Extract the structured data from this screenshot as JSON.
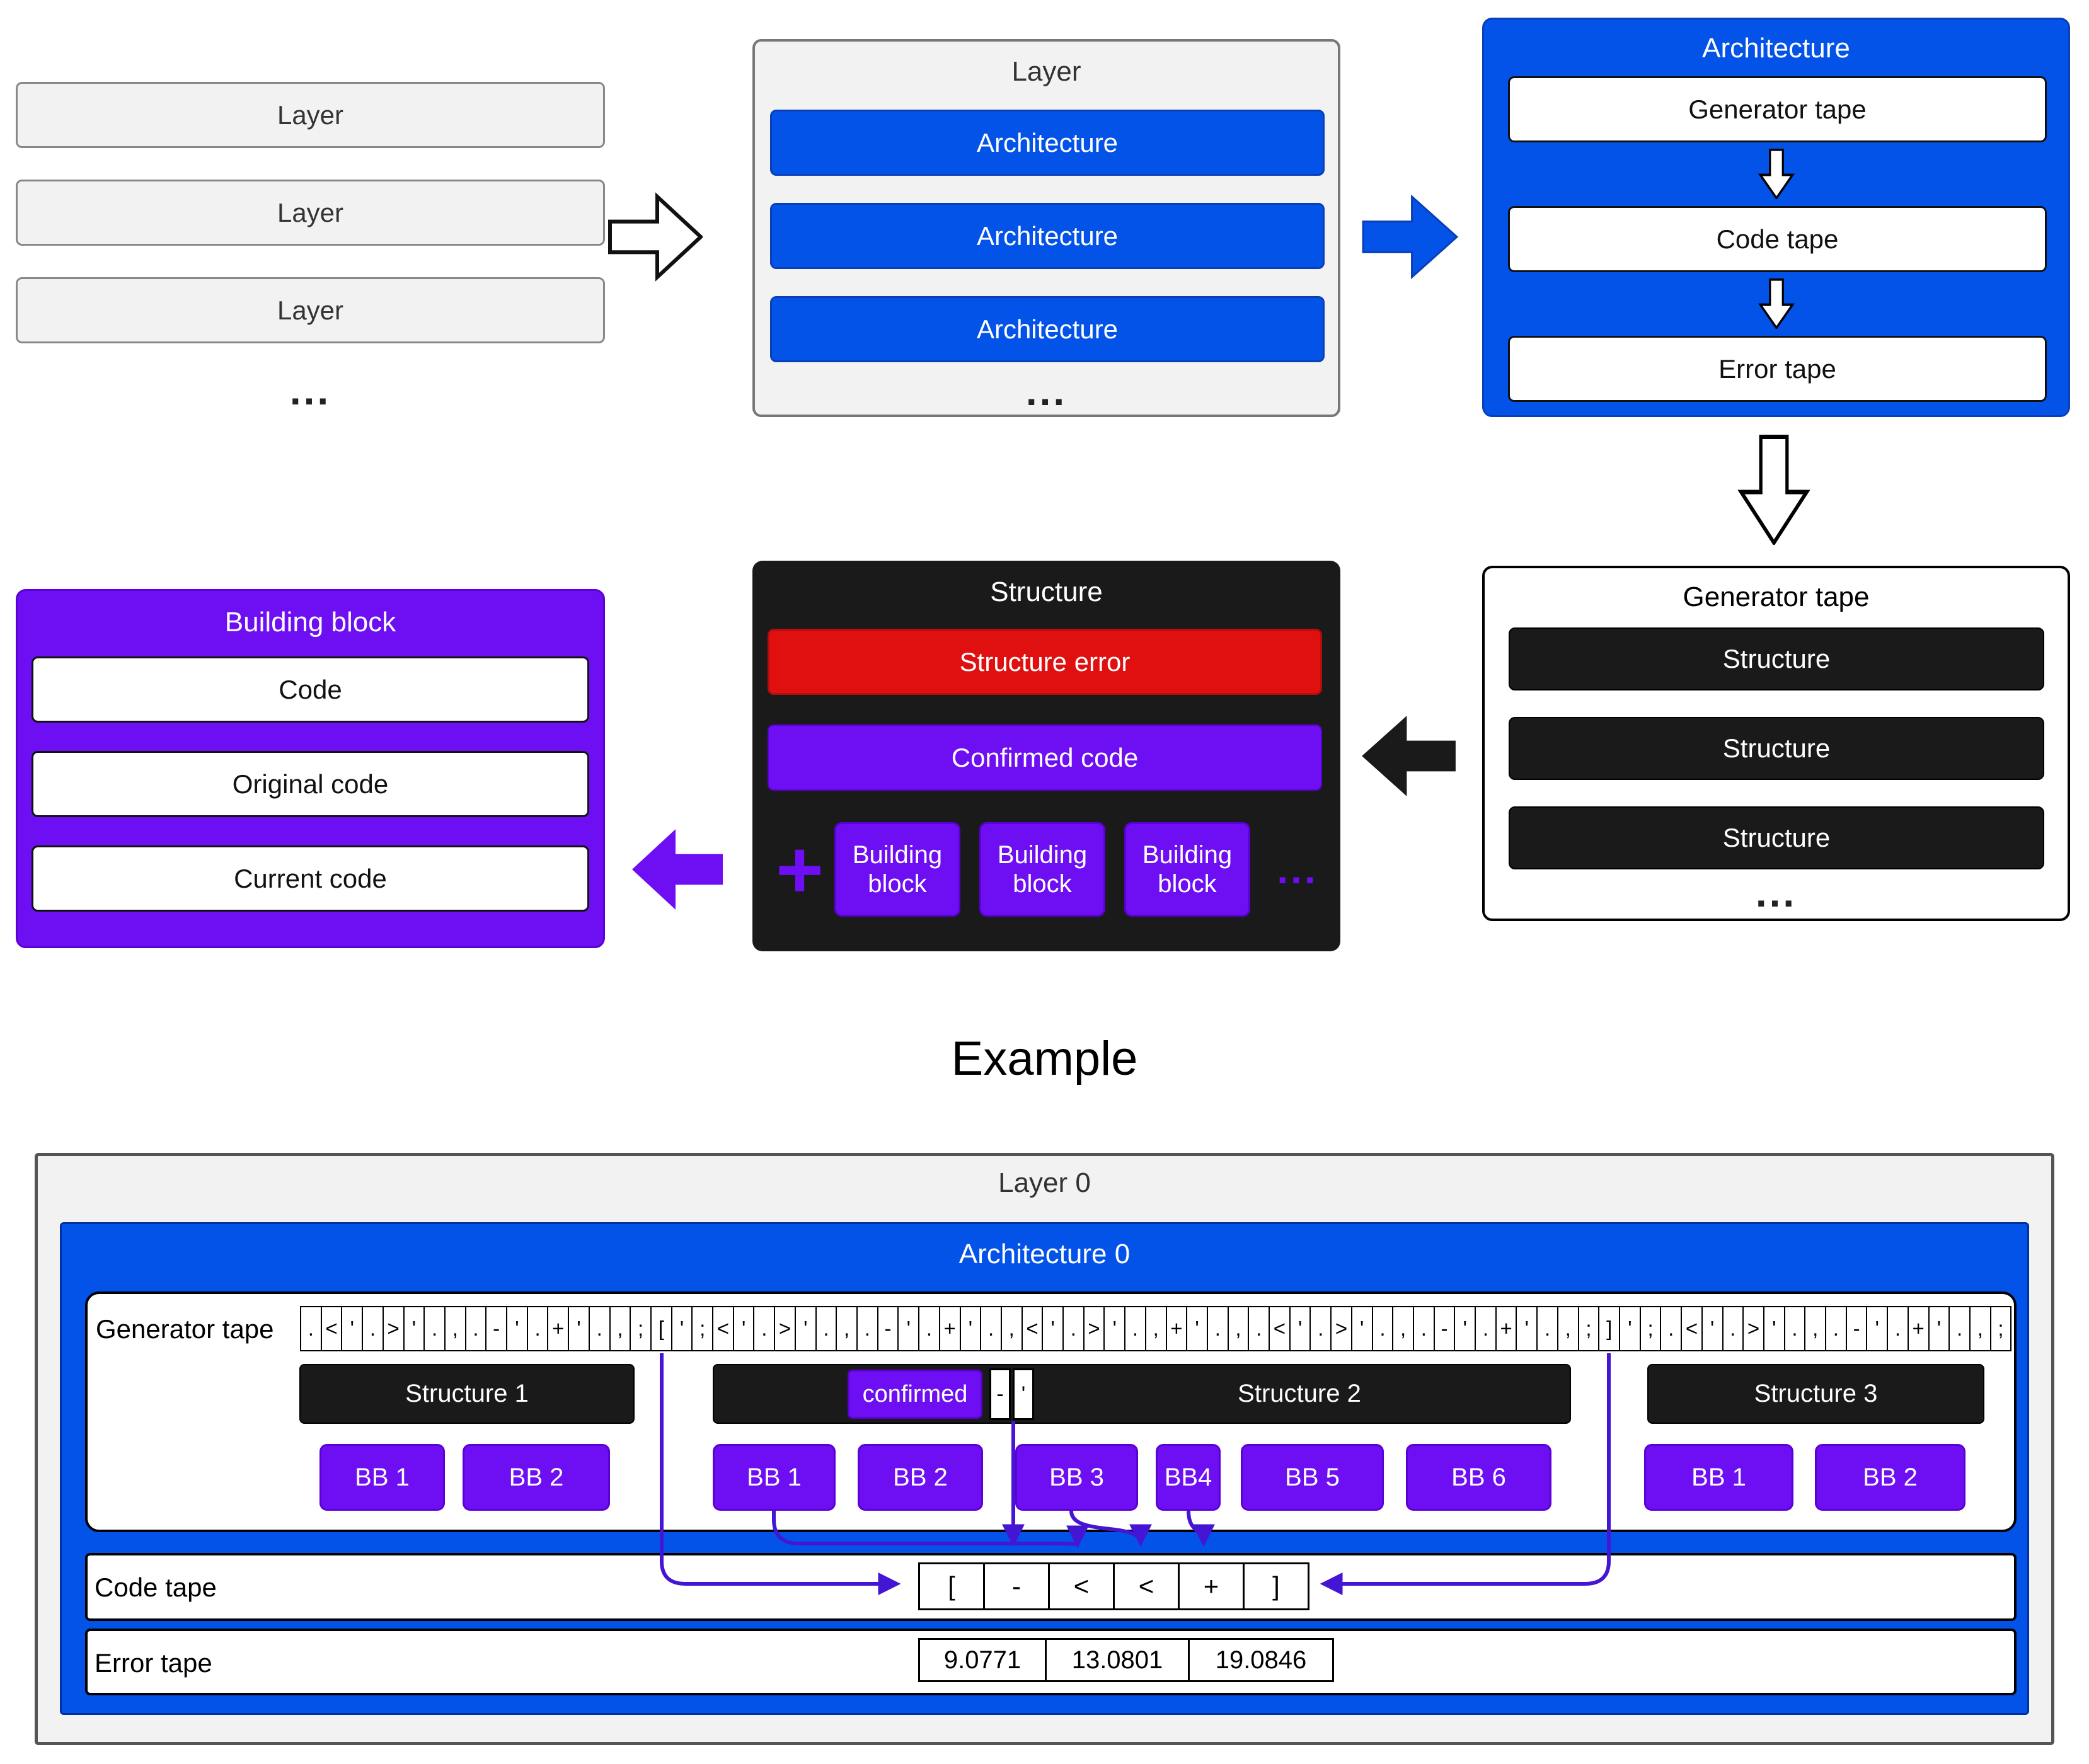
{
  "colors": {
    "blue": "#0353E8",
    "purple": "#6E0EF2",
    "red": "#E01010",
    "dark": "#1A1A1A",
    "gray_panel": "#F2F2F2",
    "connector": "#4416D4"
  },
  "diagram": {
    "layers_stack": {
      "items": [
        "Layer",
        "Layer",
        "Layer"
      ],
      "ellipsis": "..."
    },
    "layer_box": {
      "title": "Layer",
      "items": [
        "Architecture",
        "Architecture",
        "Architecture"
      ],
      "ellipsis": "..."
    },
    "architecture_box": {
      "title": "Architecture",
      "items": [
        "Generator tape",
        "Code tape",
        "Error tape"
      ]
    },
    "generator_tape_box": {
      "title": "Generator tape",
      "items": [
        "Structure",
        "Structure",
        "Structure"
      ],
      "ellipsis": "..."
    },
    "structure_box": {
      "title": "Structure",
      "error_label": "Structure error",
      "confirmed_label": "Confirmed code",
      "plus": "+",
      "blocks": [
        "Building block",
        "Building block",
        "Building block"
      ],
      "ellipsis": "..."
    },
    "building_block_box": {
      "title": "Building block",
      "items": [
        "Code",
        "Original code",
        "Current code"
      ]
    }
  },
  "example": {
    "title": "Example",
    "layer_label": "Layer 0",
    "architecture_label": "Architecture 0",
    "generator_tape": {
      "label": "Generator tape",
      "cells": [
        ".",
        "<",
        "'",
        ".",
        ">",
        "'",
        ".",
        ",",
        ".",
        "-",
        "'",
        ".",
        "+",
        "'",
        ".",
        ",",
        ";",
        "[",
        "'",
        ";",
        "<",
        "'",
        ".",
        ">",
        "'",
        ".",
        ",",
        ".",
        "-",
        "'",
        ".",
        "+",
        "'",
        ".",
        ",",
        "<",
        "'",
        ".",
        ">",
        "'",
        ".",
        ",",
        "+",
        "'",
        ".",
        ",",
        ".",
        "<",
        "'",
        ".",
        ">",
        "'",
        ".",
        ",",
        ".",
        "-",
        "'",
        ".",
        "+",
        "'",
        ".",
        ",",
        ";",
        "]",
        "'",
        ";",
        ".",
        "<",
        "'",
        ".",
        ">",
        "'",
        ".",
        ",",
        ".",
        "-",
        "'",
        ".",
        "+",
        "'",
        ".",
        ",",
        ";"
      ]
    },
    "structures": [
      {
        "label": "Structure 1",
        "blocks": [
          "BB 1",
          "BB 2"
        ]
      },
      {
        "label": "Structure 2",
        "confirmed_label": "confirmed",
        "confirmed_cells": [
          "-",
          "'"
        ],
        "blocks": [
          "BB 1",
          "BB 2",
          "BB 3",
          "BB4",
          "BB 5",
          "BB 6"
        ]
      },
      {
        "label": "Structure 3",
        "blocks": [
          "BB 1",
          "BB 2"
        ]
      }
    ],
    "code_tape": {
      "label": "Code tape",
      "cells": [
        "[",
        "-",
        "<",
        "<",
        "+",
        "]"
      ]
    },
    "error_tape": {
      "label": "Error tape",
      "cells": [
        "9.0771",
        "13.0801",
        "19.0846"
      ]
    }
  }
}
